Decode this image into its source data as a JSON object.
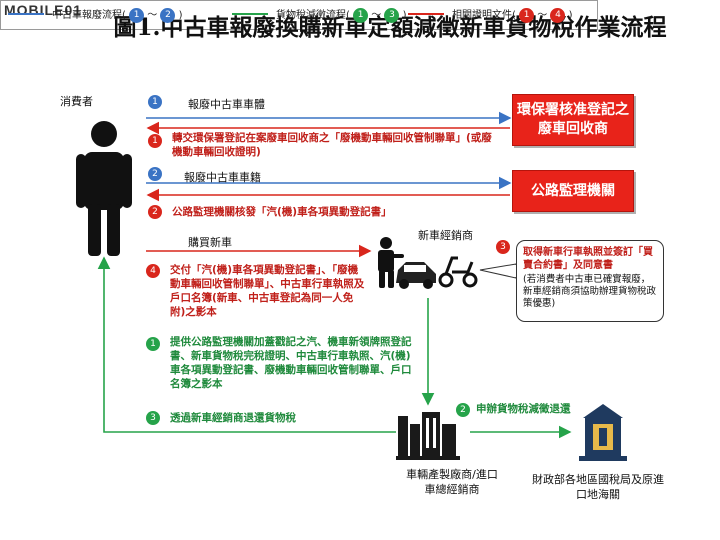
{
  "logo": "MOBILE01",
  "title": "圖1.中古車報廢換購新車定額減徵新車貨物稅作業流程",
  "legend": {
    "blue": {
      "label": "中古車報廢流程",
      "from": "1",
      "to": "2"
    },
    "green": {
      "label": "貨物稅減徵流程",
      "from": "1",
      "to": "3"
    },
    "red": {
      "label": "相關證明文件",
      "from": "1",
      "to": "4"
    },
    "tilde": "～",
    "open": "(",
    "close": ")"
  },
  "colors": {
    "blue": "#3a73c4",
    "green": "#26a34a",
    "red": "#d9261c"
  },
  "nodes": {
    "consumer": "消費者",
    "epa": "環保署核准登記之廢車回收商",
    "dmv": "公路監理機關",
    "dealer": "新車經銷商",
    "manufacturer": "車輛產製廠商/進口車總經銷商",
    "tax": "財政部各地區國稅局及原進口地海關"
  },
  "steps": {
    "b1": {
      "num": "1",
      "text": "報廢中古車車體"
    },
    "r1": {
      "num": "1",
      "text": "轉交環保署登記在案廢車回收商之「廢機動車輛回收管制聯單」(或廢機動車輛回收證明)"
    },
    "b2": {
      "num": "2",
      "text": "報廢中古車車籍"
    },
    "r2": {
      "num": "2",
      "text": "公路監理機關核發「汽(機)車各項異動登記書」"
    },
    "buy": {
      "text": "購買新車"
    },
    "r3": {
      "num": "3",
      "text": "取得新車行車執照並簽訂「買賣合約書」及同意書",
      "note": "(若消費者中古車已確實報廢，新車經銷商須協助辦理貨物稅政策優惠)"
    },
    "r4": {
      "num": "4",
      "text": "交付「汽(機)車各項異動登記書」、「廢機動車輛回收管制聯單」、中古車行車執照及戶口名簿(新車、中古車登記為同一人免附)之影本"
    },
    "g1": {
      "num": "1",
      "text": "提供公路監理機關加蓋戳記之汽、機車新領牌照登記書、新車貨物稅完稅證明、中古車行車執照、汽(機)車各項異動登記書、廢機動車輛回收管制聯單、戶口名簿之影本"
    },
    "g2": {
      "num": "2",
      "text": "申辦貨物稅減徵退還"
    },
    "g3": {
      "num": "3",
      "text": "透過新車經銷商退還貨物稅"
    }
  },
  "icons": [
    "person-icon",
    "salesman-icon",
    "car-icon",
    "scooter-icon",
    "factory-icon",
    "government-building-icon"
  ]
}
